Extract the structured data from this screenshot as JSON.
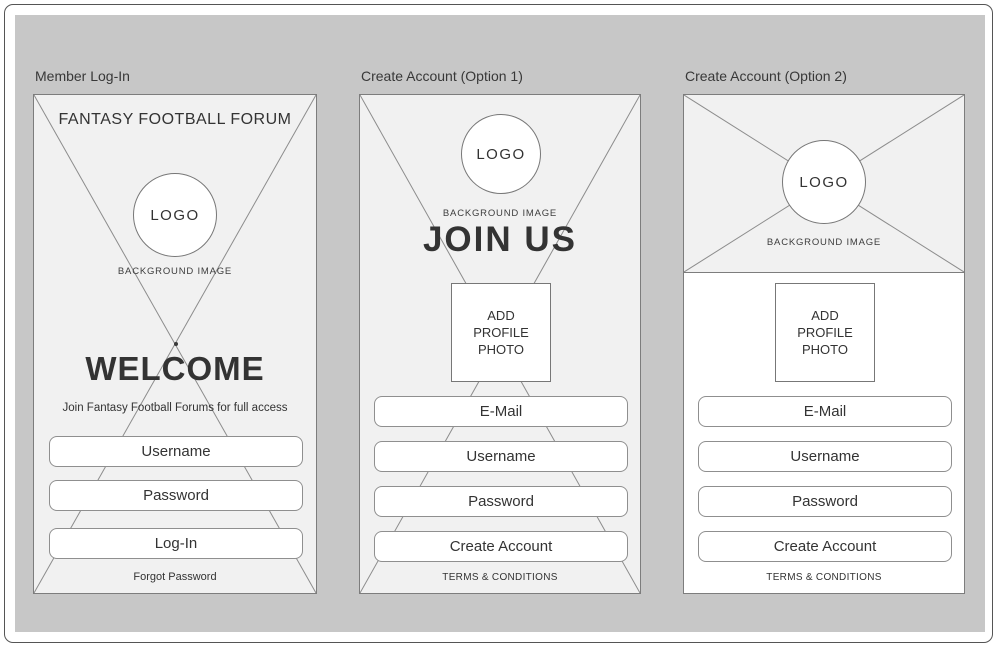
{
  "artboard": {
    "panels": [
      {
        "label": "Member Log-In",
        "screen": {
          "title": "FANTASY FOOTBALL FORUM",
          "logo": "LOGO",
          "background_caption": "BACKGROUND IMAGE",
          "headline": "WELCOME",
          "subheadline": "Join Fantasy Football Forums for full access",
          "username_field": "Username",
          "password_field": "Password",
          "login_button": "Log-In",
          "footer_link": "Forgot Password"
        }
      },
      {
        "label": "Create Account (Option 1)",
        "screen": {
          "logo": "LOGO",
          "background_caption": "BACKGROUND IMAGE",
          "headline": "JOIN US",
          "photo_placeholder": "ADD PROFILE PHOTO",
          "email_field": "E-Mail",
          "username_field": "Username",
          "password_field": "Password",
          "create_button": "Create Account",
          "footer_link": "TERMS & CONDITIONS"
        }
      },
      {
        "label": "Create Account (Option 2)",
        "screen": {
          "logo": "LOGO",
          "background_caption": "BACKGROUND IMAGE",
          "photo_placeholder": "ADD PROFILE PHOTO",
          "email_field": "E-Mail",
          "username_field": "Username",
          "password_field": "Password",
          "create_button": "Create Account",
          "footer_link": "TERMS & CONDITIONS"
        }
      }
    ]
  },
  "colors": {
    "canvas_background": "#c7c7c7",
    "screen_background": "#f1f1f1",
    "white": "#ffffff",
    "border": "#7d7d7d",
    "placeholder_line": "#8c8c8c",
    "text": "#333333"
  }
}
